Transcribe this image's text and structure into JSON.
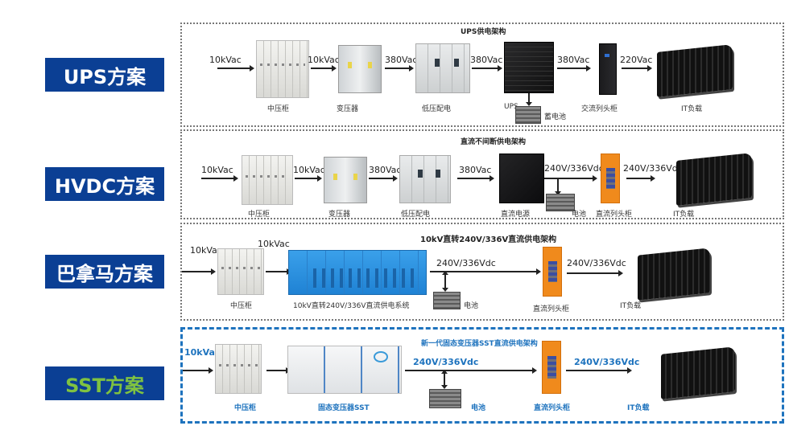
{
  "schemes": [
    {
      "label": "UPS方案",
      "title": "UPS供电架构",
      "voltages": [
        "10kVac",
        "10kVac",
        "380Vac",
        "380Vac",
        "380Vac",
        "220Vac"
      ],
      "captions": [
        "中压柜",
        "变压器",
        "低压配电",
        "UPS",
        "蓄电池",
        "交流列头柜",
        "IT负载"
      ]
    },
    {
      "label": "HVDC方案",
      "title": "直流不间断供电架构",
      "voltages": [
        "10kVac",
        "10kVac",
        "380Vac",
        "380Vac",
        "240V/336Vdc",
        "240V/336Vdc"
      ],
      "captions": [
        "中压柜",
        "变压器",
        "低压配电",
        "直流电源",
        "电池",
        "直流列头柜",
        "IT负载"
      ]
    },
    {
      "label": "巴拿马方案",
      "title": "10kV直转240V/336V直流供电架构",
      "voltages": [
        "10kVac",
        "10kVac",
        "240V/336Vdc",
        "240V/336Vdc"
      ],
      "captions": [
        "中压柜",
        "10kV直转240V/336V直流供电系统",
        "电池",
        "直流列头柜",
        "IT负载"
      ]
    },
    {
      "label": "SST方案",
      "title": "新一代固态变压器SST直流供电架构",
      "voltages": [
        "10kVac",
        "240V/336Vdc",
        "240V/336Vdc"
      ],
      "captions": [
        "中压柜",
        "固态变压器SST",
        "电池",
        "直流列头柜",
        "IT负载"
      ]
    }
  ],
  "colors": {
    "label_bg": "#0b3f94",
    "label_text": "#ffffff",
    "sst_label_text": "#7fc241",
    "sst_accent": "#1e73be",
    "dc_column": "#f08a1c"
  }
}
